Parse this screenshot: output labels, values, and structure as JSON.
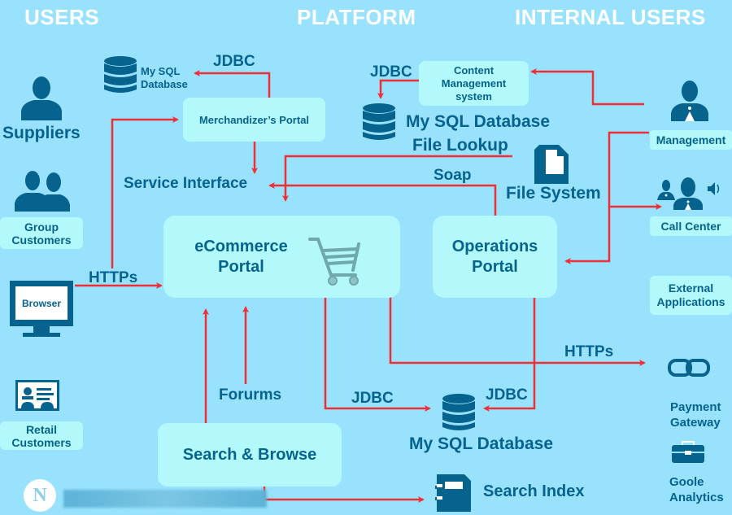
{
  "headers": {
    "users": "USERS",
    "platform": "PLATFORM",
    "internal_users": "INTERNAL USERS"
  },
  "users": {
    "suppliers": "Suppliers",
    "group_customers": "Group Customers",
    "browser": "Browser",
    "retail_customers": "Retail Customers"
  },
  "platform": {
    "mysql_small": "My SQL Database",
    "jdbc_top": "JDBC",
    "merchandizer_portal": "Merchandizer’s Portal",
    "service_interface": "Service Interface",
    "jdbc_cms": "JDBC",
    "cms": "Content Management system",
    "mysql_file_lookup_1": "My SQL Database",
    "mysql_file_lookup_2": "File Lookup",
    "soap": "Soap",
    "file_system": "File System",
    "ecommerce_portal": "eCommerce Portal",
    "operations_portal": "Operations Portal",
    "https_left": "HTTPs",
    "https_right": "HTTPs",
    "forums": "Forurms",
    "jdbc_bottom_left": "JDBC",
    "jdbc_bottom_right": "JDBC",
    "mysql_bottom": "My SQL Database",
    "search_browse": "Search & Browse",
    "search_index": "Search Index"
  },
  "internal": {
    "management": "Management",
    "call_center": "Call Center",
    "external_apps": "External Applications",
    "payment_gateway": "Payment Gateway",
    "google_analytics": "Goole Analytics"
  },
  "colors": {
    "background": "#98e2fd",
    "box": "#b3f8fa",
    "text": "#06638e",
    "arrow": "#ee2f36",
    "header": "#ffffff"
  }
}
